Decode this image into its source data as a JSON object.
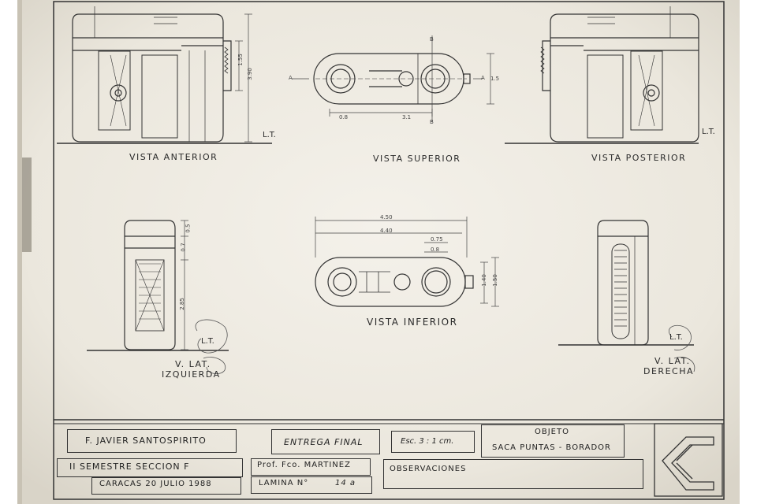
{
  "views": {
    "front": "VISTA ANTERIOR",
    "top": "VISTA SUPERIOR",
    "rear": "VISTA POSTERIOR",
    "bottom": "VISTA INFERIOR",
    "left_line1": "V. LAT.",
    "left_line2": "IZQUIERDA",
    "right_line1": "V. LAT.",
    "right_line2": "DERECHA",
    "ground_line": "L.T."
  },
  "dimensions": {
    "front_h1": "1.55",
    "front_h2": "3.90",
    "top_w1": "0.8",
    "top_w2": "3.1",
    "top_h": "1.5",
    "section_mark": "B",
    "section_mark_a": "A",
    "bottom_w1": "4.50",
    "bottom_w2": "4.40",
    "bottom_w3": "0.75",
    "bottom_w4": "0.8",
    "bottom_h1": "1.50",
    "bottom_h2": "1.40",
    "side_d1": "0.5",
    "side_d2": "0.7",
    "side_d3": "2.85"
  },
  "title_block": {
    "author": "F. JAVIER SANTOSPIRITO",
    "semester": "II SEMESTRE   SECCION F",
    "place_date": "CARACAS   20 JULIO 1988",
    "delivery": "ENTREGA FINAL",
    "professor": "Prof. Fco. MARTINEZ",
    "sheet_label": "LAMINA  N°",
    "sheet_number": "14 a",
    "scale": "Esc. 3 : 1 cm.",
    "object_label": "OBJETO",
    "object_name": "SACA PUNTAS - BORADOR",
    "observations": "OBSERVACIONES"
  },
  "colors": {
    "paper": "#ece8df",
    "ink": "#2a2a2a"
  }
}
